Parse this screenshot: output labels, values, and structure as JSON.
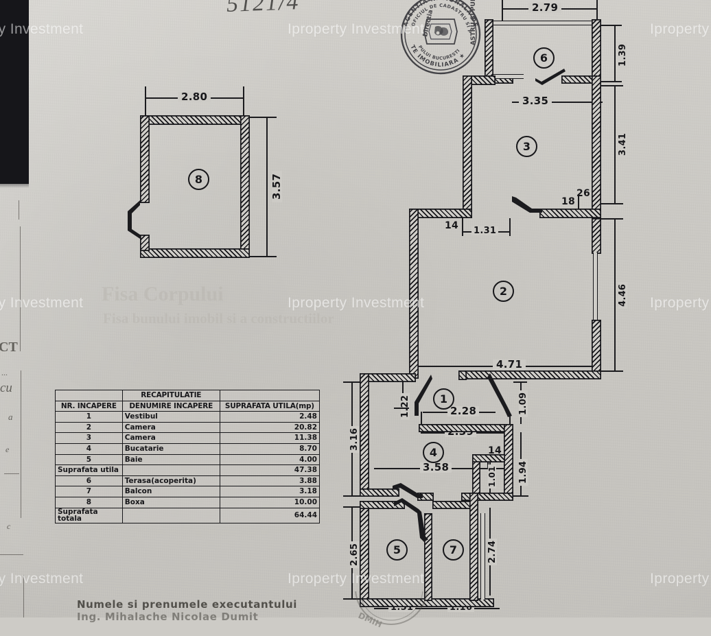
{
  "document": {
    "type": "cadastral-floor-plan",
    "handwritten_note": "5121/4",
    "executant_label": "Numele si prenumele executantului",
    "executant_name": "Ing. Mihalache Nicolae Dumit",
    "ghost_text": "Fisa Corpului",
    "margin_fragments": [
      "CT",
      "cu",
      "..."
    ]
  },
  "stamp": {
    "outer_text_top": "AGENTIA NATIONALA DE",
    "outer_text_bottom": "TE IMOBILIARA",
    "inner_text_top": "OFICIUL DE CADASTRU SI PUBL",
    "inner_text_bottom": "PULUI BUCURESTI",
    "center_label": "Directia",
    "side_label": "ASTRU SI PUBLIC"
  },
  "table": {
    "title": "RECAPITULATIE",
    "headers": [
      "NR. INCAPERE",
      "DENUMIRE INCAPERE",
      "SUPRAFATA UTILA(mp)"
    ],
    "rows": [
      {
        "nr": "1",
        "name": "Vestibul",
        "area": "2.48"
      },
      {
        "nr": "2",
        "name": "Camera",
        "area": "20.82"
      },
      {
        "nr": "3",
        "name": "Camera",
        "area": "11.38"
      },
      {
        "nr": "4",
        "name": "Bucatarie",
        "area": "8.70"
      },
      {
        "nr": "5",
        "name": "Baie",
        "area": "4.00"
      }
    ],
    "subtotal": {
      "label": "Suprafata utila",
      "area": "47.38"
    },
    "extra_rows": [
      {
        "nr": "6",
        "name": "Terasa(acoperita)",
        "area": "3.88"
      },
      {
        "nr": "7",
        "name": "Balcon",
        "area": "3.18"
      },
      {
        "nr": "8",
        "name": "Boxa",
        "area": "10.00"
      }
    ],
    "total": {
      "label": "Suprafata totala",
      "area": "64.44"
    }
  },
  "rooms": {
    "r1": "1",
    "r2": "2",
    "r3": "3",
    "r4": "4",
    "r5": "5",
    "r6": "6",
    "r7": "7",
    "r8": "8"
  },
  "dimensions": {
    "boxa_width": "2.80",
    "boxa_height": "3.57",
    "terasa_width": "2.79",
    "terasa_height": "1.39",
    "camera3_width": "3.35",
    "camera3_height": "3.41",
    "notch_14": "14",
    "notch_131": "1.31",
    "notch_18": "18",
    "notch_26": "26",
    "camera2_width": "4.71",
    "camera2_height": "4.46",
    "vestibul_height": "1.22",
    "vestibul_top": "2.28",
    "vestibul_bottom": "2.39",
    "vestibul_right": "1.09",
    "bucatarie_left": "3.16",
    "bucatarie_width": "3.58",
    "bucatarie_notch": "14",
    "bucatarie_notch2": "1.01",
    "bucatarie_right": "1.94",
    "baie_height": "2.65",
    "baie_width": "1.51",
    "balcon_height": "2.74",
    "balcon_width": "1.16"
  },
  "watermark": {
    "text": "Iproperty Investment",
    "color": "#ffffff"
  }
}
